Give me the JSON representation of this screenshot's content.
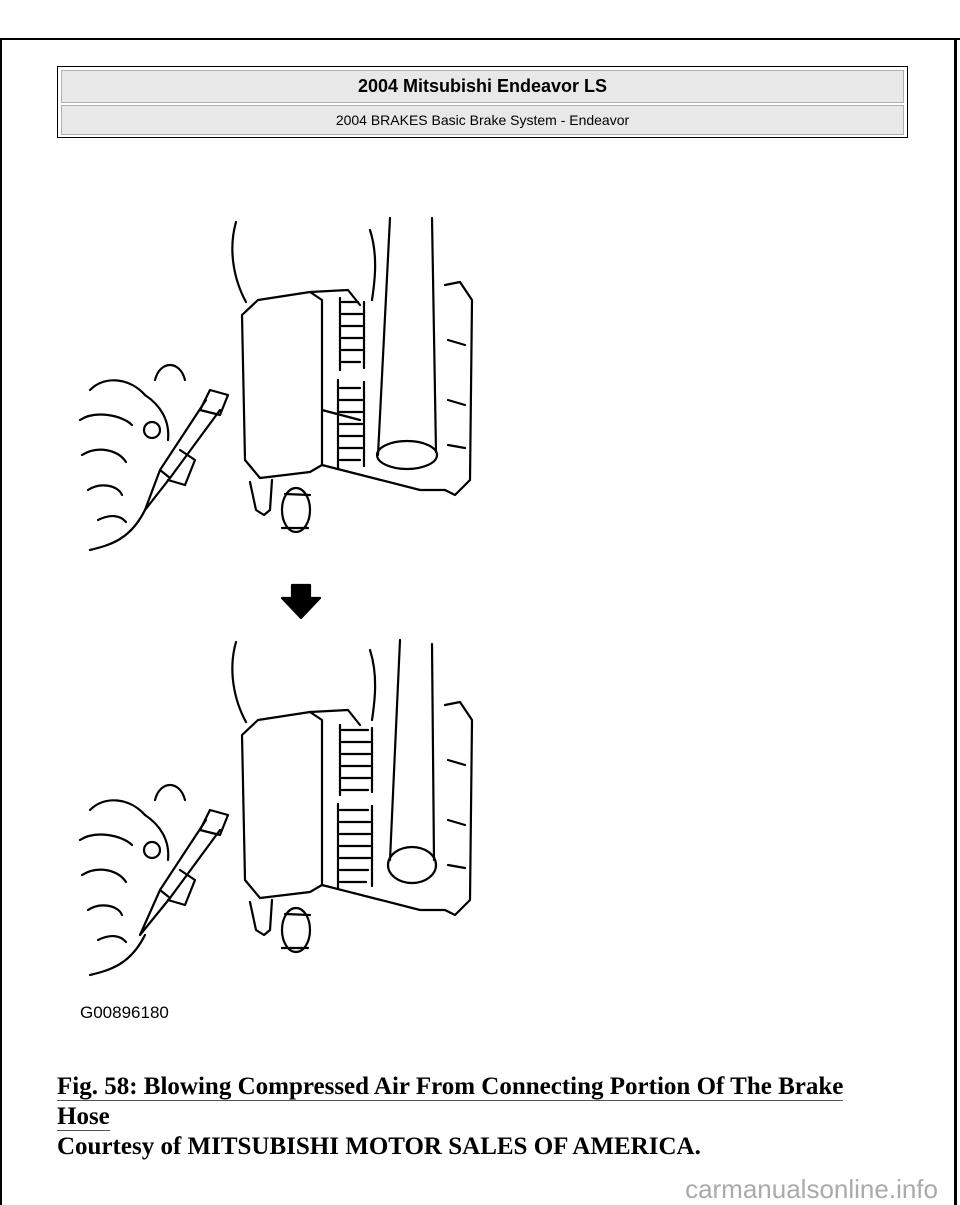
{
  "header": {
    "vehicle": "2004 Mitsubishi Endeavor LS",
    "section": "2004 BRAKES Basic Brake System - Endeavor"
  },
  "figure": {
    "image_code": "G00896180"
  },
  "caption": {
    "title_line1": "Fig. 58: Blowing Compressed Air From Connecting Portion Of The Brake",
    "title_line2": "Hose",
    "courtesy": "Courtesy of MITSUBISHI MOTOR SALES OF AMERICA."
  },
  "watermark": "carmanualsonline.info"
}
